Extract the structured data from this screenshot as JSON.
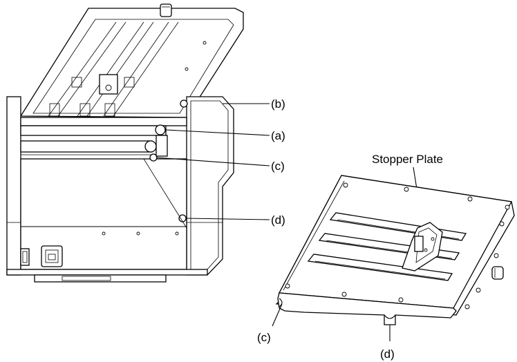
{
  "labels": {
    "b": "(b)",
    "a": "(a)",
    "c_left": "(c)",
    "d_left": "(d)",
    "stopper_plate": "Stopper Plate",
    "c_right": "(c)",
    "d_right": "(d)"
  }
}
